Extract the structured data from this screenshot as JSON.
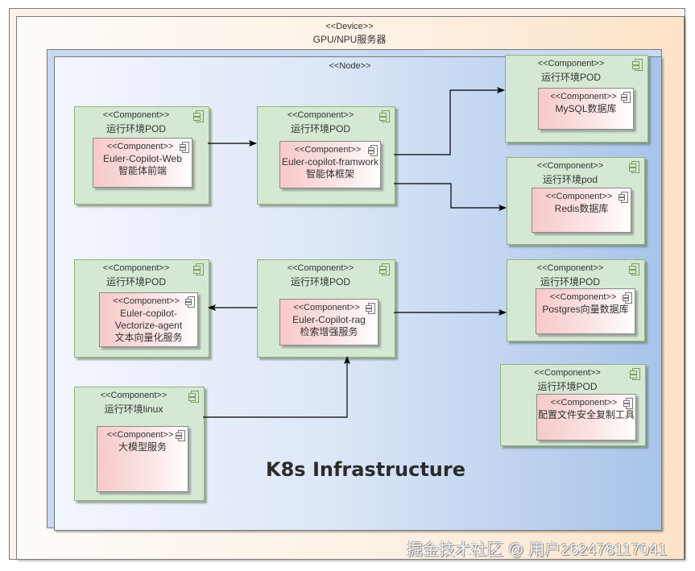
{
  "device": {
    "stereotype": "<<Device>>",
    "name": "GPU/NPU服务器"
  },
  "node": {
    "stereotype": "<<Node>>"
  },
  "components": [
    {
      "id": "web",
      "stereotype": "<<Component>>",
      "name": "运行环境POD",
      "inner": {
        "stereotype": "<<Component>>",
        "lines": [
          "Euler-Copilot-Web",
          "智能体前端"
        ]
      }
    },
    {
      "id": "framework",
      "stereotype": "<<Component>>",
      "name": "运行环境POD",
      "inner": {
        "stereotype": "<<Component>>",
        "lines": [
          "Euler-copilot-framwork",
          "智能体框架"
        ]
      }
    },
    {
      "id": "mysql",
      "stereotype": "<<Component>>",
      "name": "运行环境POD",
      "inner": {
        "stereotype": "<<Component>>",
        "lines": [
          "MySQL数据库"
        ]
      }
    },
    {
      "id": "redis",
      "stereotype": "<<Component>>",
      "name": "运行环境pod",
      "inner": {
        "stereotype": "<<Component>>",
        "lines": [
          "Redis数据库"
        ]
      }
    },
    {
      "id": "vectorize",
      "stereotype": "<<Component>>",
      "name": "运行环境POD",
      "inner": {
        "stereotype": "<<Component>>",
        "lines": [
          "Euler-copilot-",
          "Vectorize-agent",
          "文本向量化服务"
        ]
      }
    },
    {
      "id": "rag",
      "stereotype": "<<Component>>",
      "name": "运行环境POD",
      "inner": {
        "stereotype": "<<Component>>",
        "lines": [
          "Euler-Copilot-rag",
          "检索增强服务"
        ]
      }
    },
    {
      "id": "postgres",
      "stereotype": "<<Component>>",
      "name": "运行环境POD",
      "inner": {
        "stereotype": "<<Component>>",
        "lines": [
          "Postgres向量数据库"
        ]
      }
    },
    {
      "id": "secure-copy",
      "stereotype": "<<Component>>",
      "name": "运行环境POD",
      "inner": {
        "stereotype": "<<Component>>",
        "lines": [
          "配置文件安全复制工具"
        ]
      }
    },
    {
      "id": "llm",
      "stereotype": "<<Component>>",
      "name": "运行环境linux",
      "inner": {
        "stereotype": "<<Component>>",
        "lines": [
          "大模型服务"
        ]
      }
    }
  ],
  "edges": [
    {
      "from": "web",
      "to": "framework"
    },
    {
      "from": "framework",
      "to": "mysql"
    },
    {
      "from": "framework",
      "to": "redis"
    },
    {
      "from": "rag",
      "to": "vectorize"
    },
    {
      "from": "rag",
      "to": "postgres"
    },
    {
      "from": "llm",
      "to": "rag"
    }
  ],
  "title": "K8s Infrastructure",
  "watermark": "掘金技术社区 @ 用户262478117041"
}
